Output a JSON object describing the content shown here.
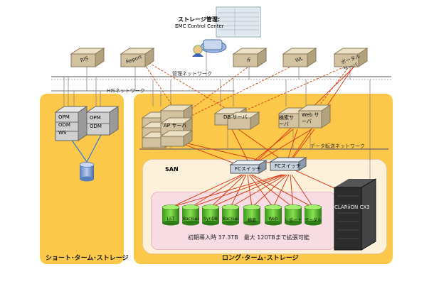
{
  "console": {
    "title": "ストレージ管理:",
    "subtitle": "EMC Control Center"
  },
  "networks": {
    "management": "管理ネットワーク",
    "his": "HISネットワーク",
    "data_transfer": "データ転送ネットワーク"
  },
  "top_servers": [
    "RIS",
    "Report",
    "IF",
    "WL",
    "ポータルサーバ"
  ],
  "short_term": {
    "label": "ショート･ターム･ストレージ",
    "servers": [
      {
        "lines": [
          "OPM",
          "ODM",
          "WS"
        ]
      },
      {
        "lines": [
          "OPM",
          "ODM"
        ]
      }
    ]
  },
  "long_term": {
    "label": "ロング･ターム･ストレージ",
    "servers": [
      "AP サーバ",
      "DB サーバ",
      "検索サーバ",
      "Web サーバ"
    ]
  },
  "san": {
    "label": "SAN",
    "switches": [
      "FCスイッチ",
      "FCスイッチ"
    ],
    "disks": [
      "LST",
      "Backup",
      "SynDB",
      "Backup",
      "検査",
      "Web",
      "レポート",
      "ポータル"
    ],
    "capacity_note": "初期導入時 37.3TB　最大 120TBまで拡張可能",
    "array": "CLARiiON CX3"
  }
}
